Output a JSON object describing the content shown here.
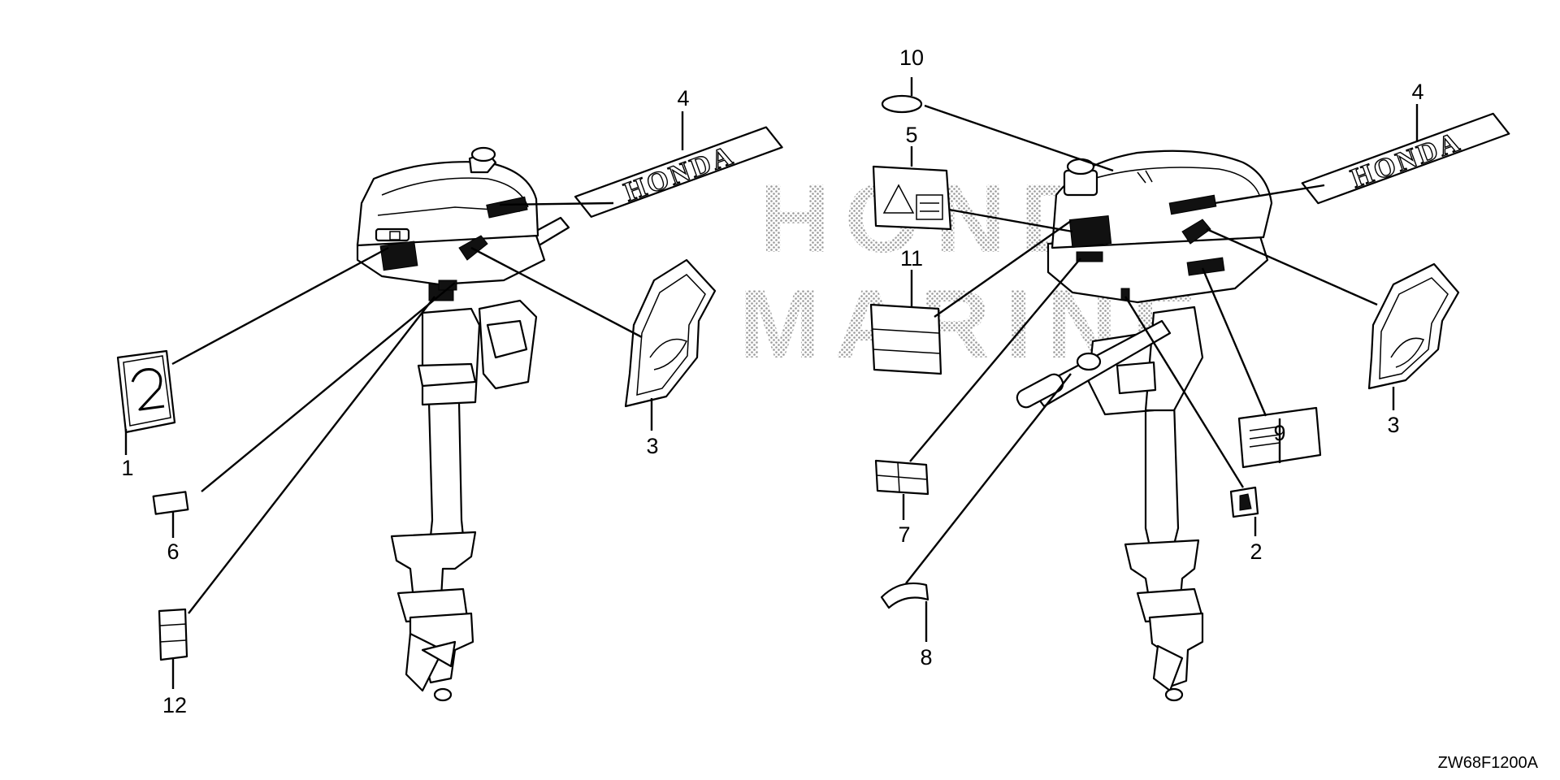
{
  "diagram": {
    "drawing_code": "ZW68F1200A",
    "watermark": "HONDA MARINE",
    "decal_brand_text": "HONDA",
    "callouts": [
      {
        "id": "c1",
        "label": "1"
      },
      {
        "id": "c2",
        "label": "2"
      },
      {
        "id": "c3a",
        "label": "3"
      },
      {
        "id": "c3b",
        "label": "3"
      },
      {
        "id": "c4a",
        "label": "4"
      },
      {
        "id": "c4b",
        "label": "4"
      },
      {
        "id": "c5",
        "label": "5"
      },
      {
        "id": "c6",
        "label": "6"
      },
      {
        "id": "c7",
        "label": "7"
      },
      {
        "id": "c8",
        "label": "8"
      },
      {
        "id": "c9",
        "label": "9"
      },
      {
        "id": "c10",
        "label": "10"
      },
      {
        "id": "c11",
        "label": "11"
      },
      {
        "id": "c12",
        "label": "12"
      }
    ]
  }
}
